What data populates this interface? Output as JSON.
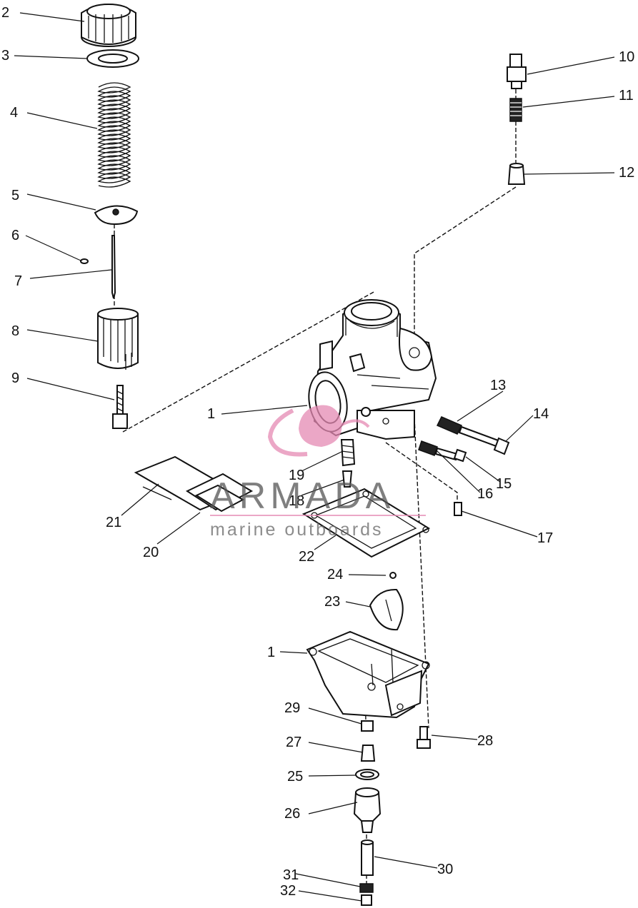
{
  "watermark": {
    "brand": "ARMADA",
    "tagline": "marine outboards",
    "logo_icon": "armada-wave-logo-icon",
    "logo_color": "#e58ab3"
  },
  "callouts": [
    "1",
    "2",
    "3",
    "4",
    "5",
    "6",
    "7",
    "8",
    "9",
    "10",
    "11",
    "12",
    "13",
    "14",
    "15",
    "16",
    "17",
    "18",
    "19",
    "20",
    "21",
    "22",
    "23",
    "24",
    "1",
    "25",
    "26",
    "27",
    "28",
    "29",
    "30",
    "31",
    "32"
  ]
}
